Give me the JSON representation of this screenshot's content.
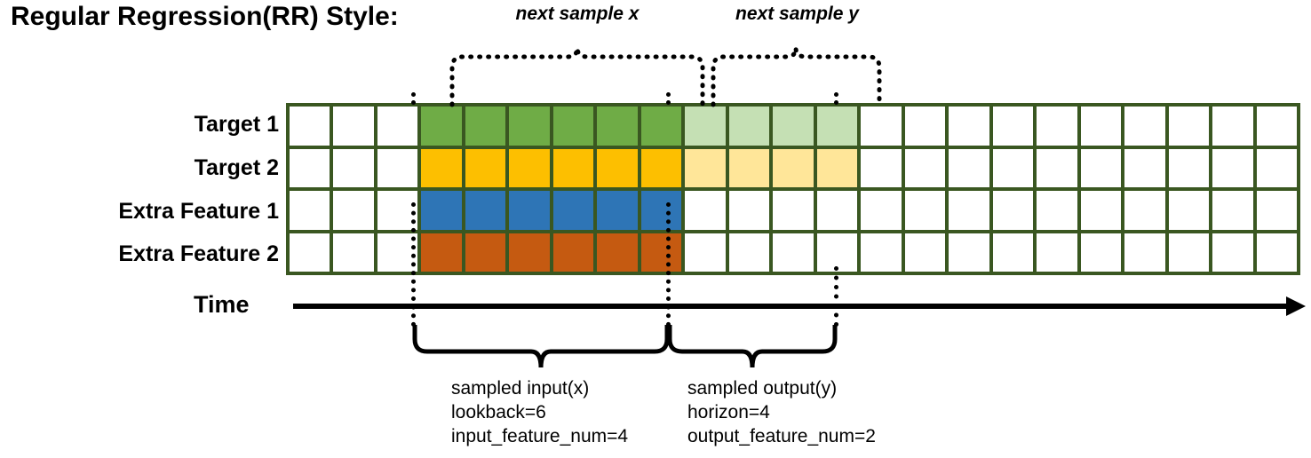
{
  "title": "Regular Regression(RR) Style:",
  "rows": [
    {
      "label": "Target 1",
      "key": "target1"
    },
    {
      "label": "Target 2",
      "key": "target2"
    },
    {
      "label": "Extra Feature 1",
      "key": "extra1"
    },
    {
      "label": "Extra Feature 2",
      "key": "extra2"
    }
  ],
  "grid": {
    "columns": 23,
    "blank_lead": 3,
    "input_span": 6,
    "output_span": 4,
    "blank_tail": 10,
    "fill": {
      "target1_input": "#6FAC46",
      "target1_output": "#C5E0B4",
      "target2_input": "#FDBF00",
      "target2_output": "#FFE699",
      "extra1_input": "#2E75B6",
      "extra2_input": "#C55A11",
      "empty": "#FFFFFF",
      "border": "#3A5721"
    }
  },
  "time_axis": {
    "label": "Time"
  },
  "top_annotations": [
    {
      "text": "next sample x",
      "name": "next-sample-x"
    },
    {
      "text": "next sample y",
      "name": "next-sample-y"
    }
  ],
  "bottom_annotations": [
    {
      "name": "sampled-input",
      "lines": [
        "sampled input(x)",
        "lookback=6",
        "input_feature_num=4"
      ]
    },
    {
      "name": "sampled-output",
      "lines": [
        "sampled output(y)",
        "horizon=4",
        "output_feature_num=2"
      ]
    }
  ]
}
